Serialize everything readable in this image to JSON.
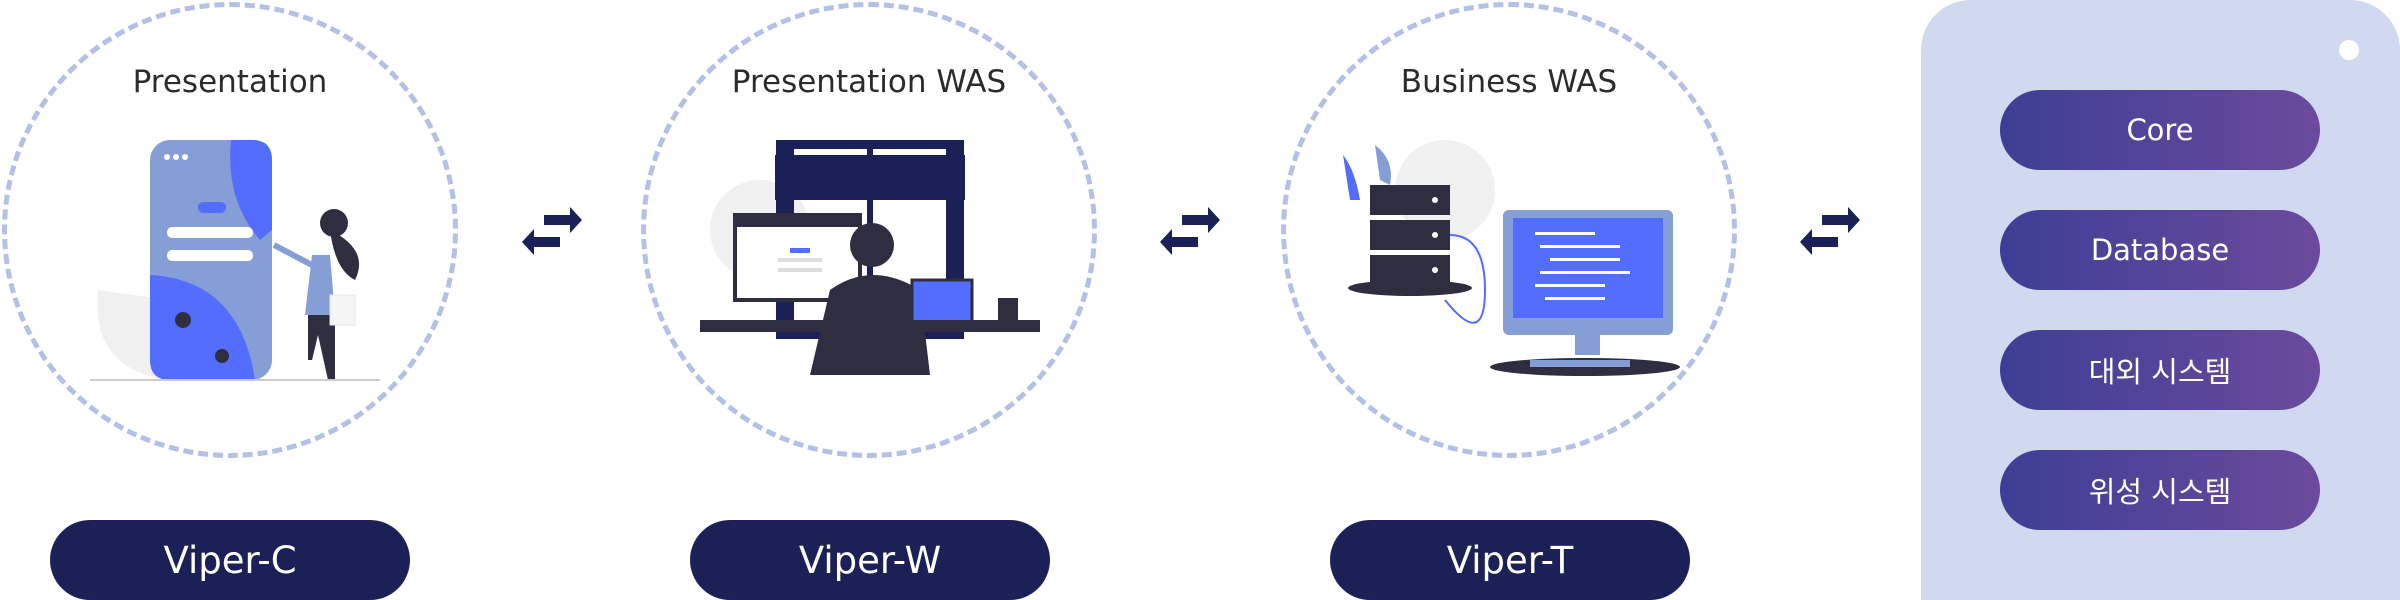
{
  "tiers": [
    {
      "title": "Presentation",
      "product": "Viper-C"
    },
    {
      "title": "Presentation WAS",
      "product": "Viper-W"
    },
    {
      "title": "Business WAS",
      "product": "Viper-T"
    }
  ],
  "backend": {
    "items": [
      "Core",
      "Database",
      "대외 시스템",
      "위성 시스템"
    ]
  },
  "colors": {
    "navy": "#1b2057",
    "dashed": "#b4c0e6",
    "panel": "#d0d9f0",
    "gradient_start": "#3c3f96",
    "gradient_end": "#6c4a9c",
    "accent": "#536dfe"
  }
}
